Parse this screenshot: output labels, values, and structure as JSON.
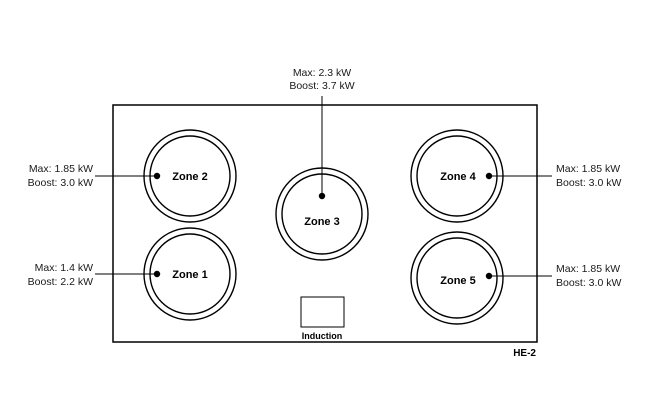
{
  "zones": [
    {
      "id": "zone-2",
      "name": "Zone 2",
      "max": "Max: 1.85 kW",
      "boost": "Boost: 3.0 kW"
    },
    {
      "id": "zone-1",
      "name": "Zone 1",
      "max": "Max: 1.4 kW",
      "boost": "Boost: 2.2 kW"
    },
    {
      "id": "zone-3",
      "name": "Zone 3",
      "max": "Max: 2.3 kW",
      "boost": "Boost: 3.7 kW"
    },
    {
      "id": "zone-4",
      "name": "Zone 4",
      "max": "Max: 1.85 kW",
      "boost": "Boost: 3.0 kW"
    },
    {
      "id": "zone-5",
      "name": "Zone 5",
      "max": "Max: 1.85 kW",
      "boost": "Boost: 3.0 kW"
    }
  ],
  "control_label": "Induction",
  "model_code": "HE-2"
}
